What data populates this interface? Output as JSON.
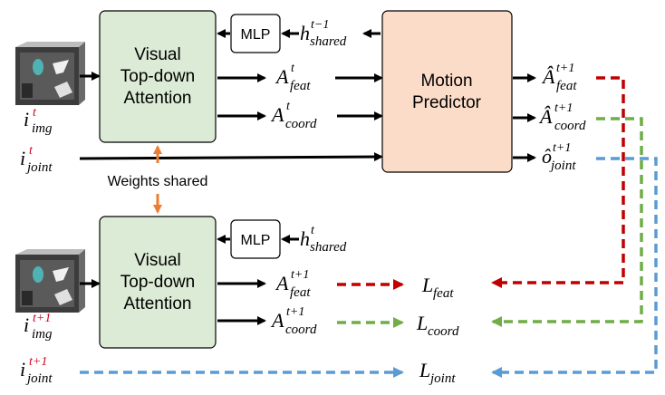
{
  "colors": {
    "attention_fill": "#dcebd6",
    "predictor_fill": "#fbdcc8",
    "box_stroke": "#000000",
    "red_dash": "#c00000",
    "green_dash": "#70ad47",
    "blue_dash": "#5b9bd5",
    "orange_arrow": "#ed7d31",
    "superscript_red": "#d0021b"
  },
  "top": {
    "attention_line1": "Visual",
    "attention_line2": "Top-down",
    "attention_line3": "Attention",
    "mlp": "MLP",
    "h_base": "h",
    "h_sup": "t−1",
    "h_sub": "shared",
    "a_feat_base": "A",
    "a_feat_sup": "t",
    "a_feat_sub": "feat",
    "a_coord_base": "A",
    "a_coord_sup": "t",
    "a_coord_sub": "coord",
    "img_base": "i",
    "img_sup": "t",
    "img_sub": "img",
    "joint_base": "i",
    "joint_sup": "t",
    "joint_sub": "joint"
  },
  "predictor": {
    "line1": "Motion",
    "line2": "Predictor",
    "out_feat_base": "Â",
    "out_feat_sup": "t+1",
    "out_feat_sub": "feat",
    "out_coord_base": "Â",
    "out_coord_sup": "t+1",
    "out_coord_sub": "coord",
    "out_joint_base": "ô",
    "out_joint_sup": "t+1",
    "out_joint_sub": "joint"
  },
  "weights_shared": "Weights shared",
  "bottom": {
    "attention_line1": "Visual",
    "attention_line2": "Top-down",
    "attention_line3": "Attention",
    "mlp": "MLP",
    "h_base": "h",
    "h_sup": "t",
    "h_sub": "shared",
    "a_feat_base": "A",
    "a_feat_sup": "t+1",
    "a_feat_sub": "feat",
    "a_coord_base": "A",
    "a_coord_sup": "t+1",
    "a_coord_sub": "coord",
    "img_base": "i",
    "img_sup": "t+1",
    "img_sub": "img",
    "joint_base": "i",
    "joint_sup": "t+1",
    "joint_sub": "joint"
  },
  "losses": {
    "feat_base": "L",
    "feat_sub": "feat",
    "coord_base": "L",
    "coord_sub": "coord",
    "joint_base": "L",
    "joint_sub": "joint"
  }
}
